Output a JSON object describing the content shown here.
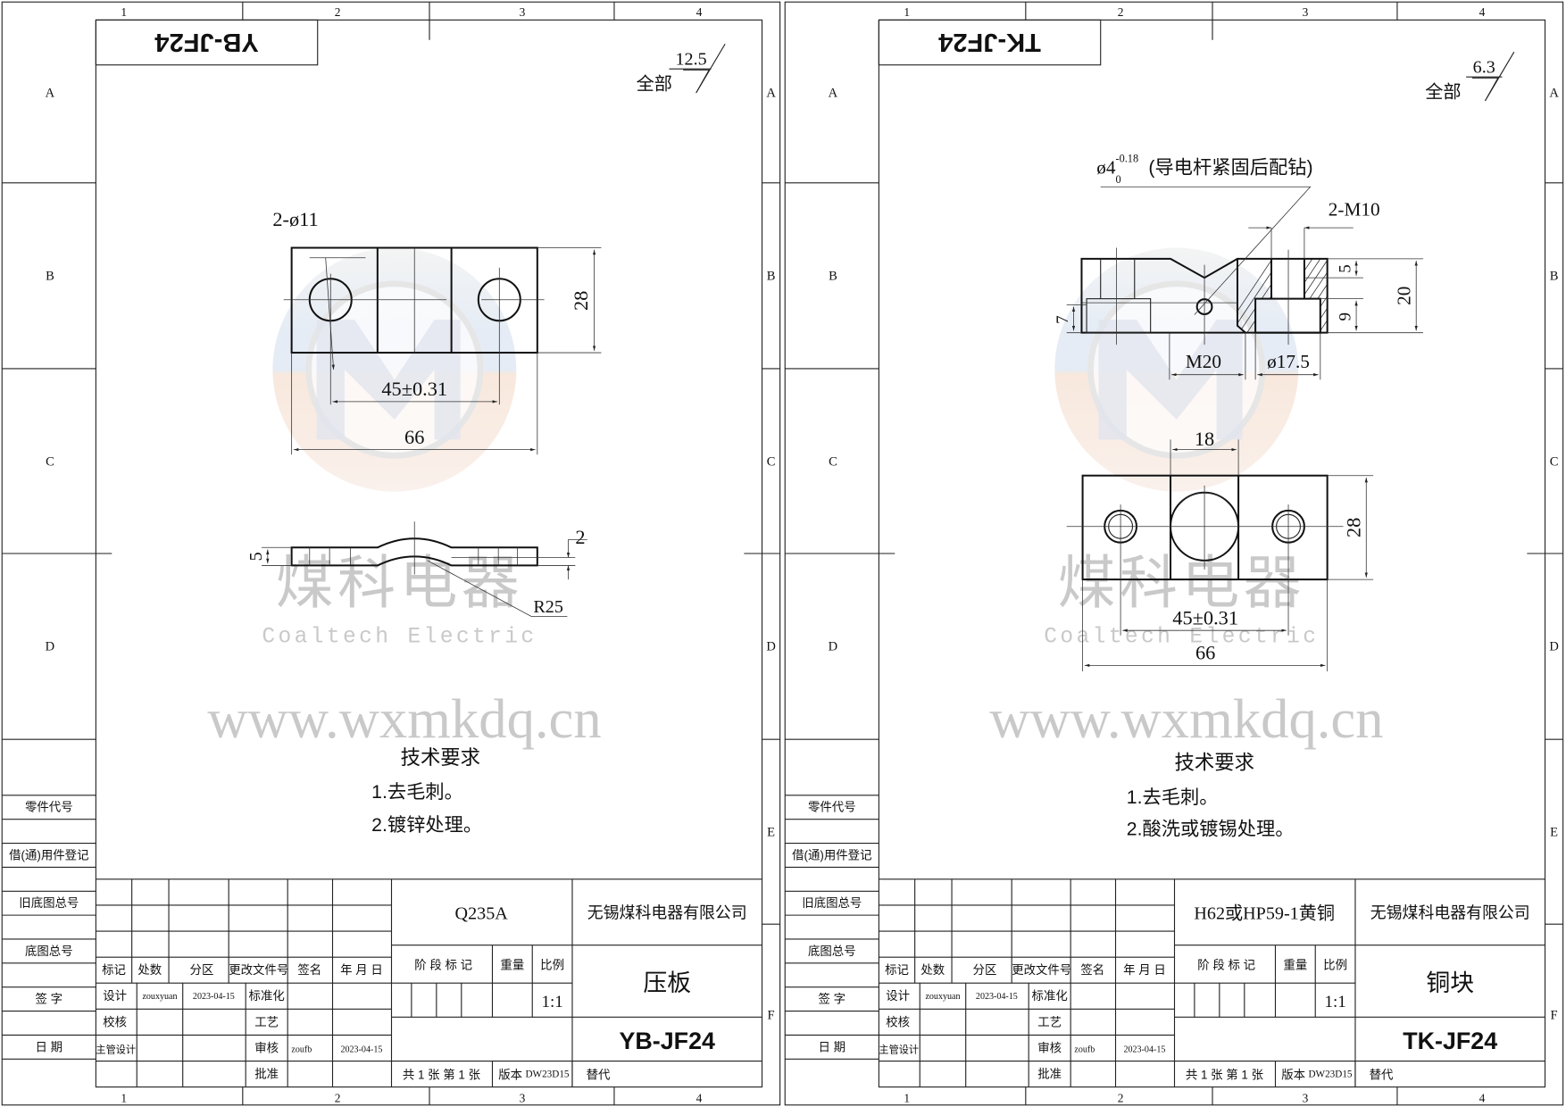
{
  "ruler": {
    "cols": [
      "1",
      "2",
      "3",
      "4"
    ],
    "rows": [
      "A",
      "B",
      "C",
      "D",
      "E",
      "F"
    ]
  },
  "side_table": [
    "零件代号",
    "借(通)用件登记",
    "旧底图总号",
    "底图总号",
    "签 字",
    "日 期"
  ],
  "watermark": {
    "cn": "煤科电器",
    "en": "Coaltech Electric",
    "url": "www.wxmkdq.cn"
  },
  "title_block_labels": {
    "mark": "标记",
    "count": "处数",
    "zone": "分区",
    "change_doc": "更改文件号",
    "sign": "签名",
    "date": "年 月 日",
    "design": "设计",
    "check": "校核",
    "chief": "主管设计",
    "standard": "标准化",
    "process": "工艺",
    "review": "审核",
    "approve": "批准",
    "stage": "阶 段 标 记",
    "weight": "重量",
    "scale_label": "比例",
    "sheets": "共 1 张  第 1 张",
    "version_label": "版本",
    "replace": "替代"
  },
  "sheets": [
    {
      "tab_code": "YB-JF24",
      "roughness_scope": "全部",
      "roughness": "12.5",
      "material": "Q235A",
      "company": "无锡煤科电器有限公司",
      "part_name": "压板",
      "part_code": "YB-JF24",
      "scale": "1:1",
      "version": "DW23D15",
      "designer": "zouxyuan",
      "design_date": "2023-04-15",
      "reviewer": "zoufb",
      "review_date": "2023-04-15",
      "tech_title": "技术要求",
      "tech_items": [
        "1.去毛刺。",
        "2.镀锌处理。"
      ],
      "dims": {
        "holes": "2-ø11",
        "height": "28",
        "pitch": "45±0.31",
        "length": "66",
        "thickness": "5",
        "offset": "2",
        "radius": "R25"
      }
    },
    {
      "tab_code": "TK-JF24",
      "roughness_scope": "全部",
      "roughness": "6.3",
      "material": "H62或HP59-1黄铜",
      "company": "无锡煤科电器有限公司",
      "part_name": "铜块",
      "part_code": "TK-JF24",
      "scale": "1:1",
      "version": "DW23D15",
      "designer": "zouxyuan",
      "design_date": "2023-04-15",
      "reviewer": "zoufb",
      "review_date": "2023-04-15",
      "tech_title": "技术要求",
      "tech_items": [
        "1.去毛刺。",
        "2.酸洗或镀锡处理。"
      ],
      "dims": {
        "pin_hole": "ø4",
        "pin_tol_upper": "-0.18",
        "pin_tol_lower": "0",
        "pin_note": "(导电杆紧固后配钻)",
        "threads": "2-M10",
        "depth5": "5",
        "height20": "20",
        "depth9": "9",
        "h7": "7",
        "m20": "M20",
        "bore": "ø17.5",
        "width18": "18",
        "height28": "28",
        "pitch": "45±0.31",
        "length": "66"
      }
    }
  ]
}
